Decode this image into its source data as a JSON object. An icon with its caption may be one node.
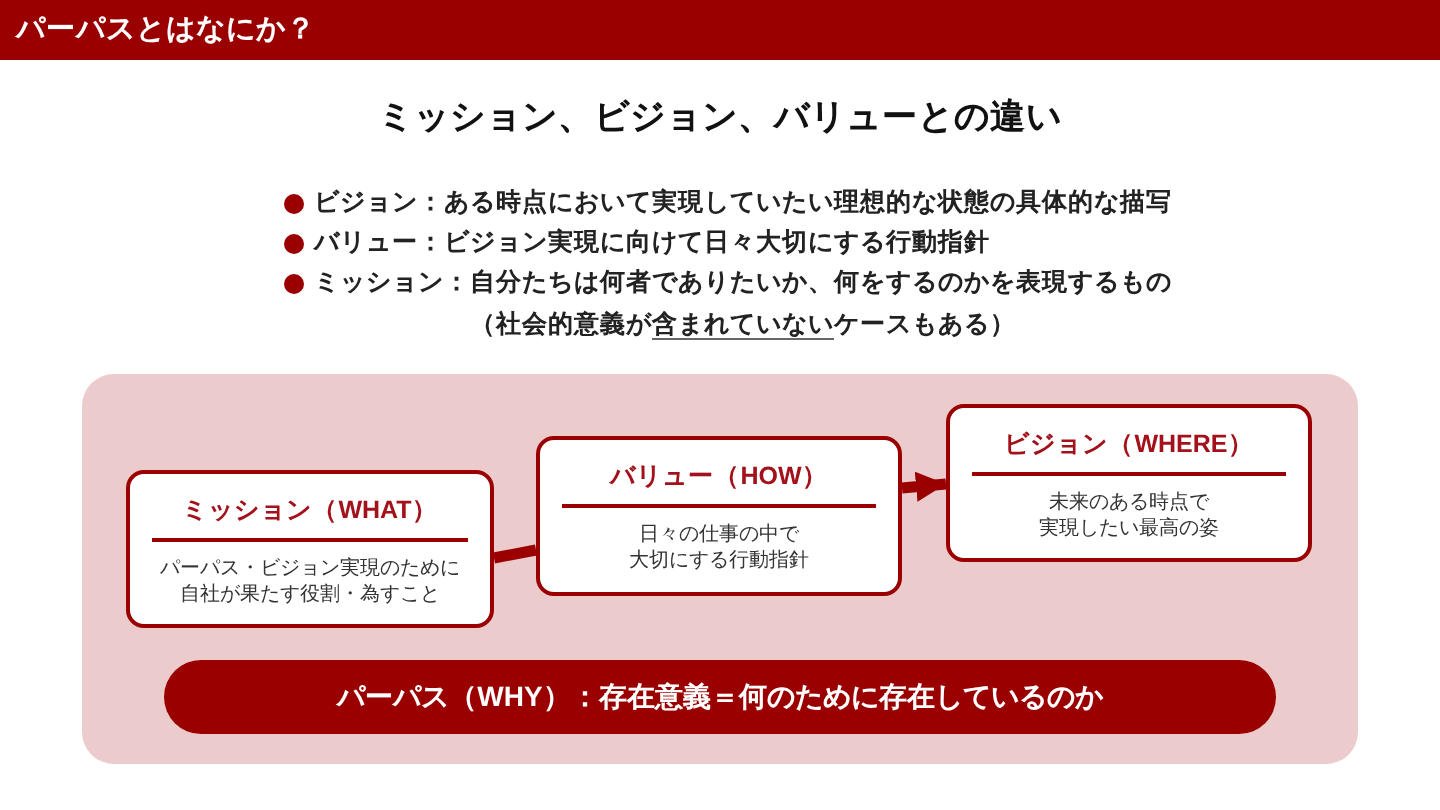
{
  "diagram": {
    "title": "ミッション、ビジョン、バリューとの違い",
    "nodes": [
      {
        "text": [],
        "shape": "box"
      },
      {
        "text": [
          "ミッション（WHAT）",
          "パーパス・ビジョン実現のために自社が果たす役割・為すこと"
        ],
        "in": 0
      },
      {
        "text": [
          "バリュー（HOW）",
          "日々の仕事の中で大切にする行動指針"
        ],
        "in": 0
      },
      {
        "text": [
          "ビジョン（WHERE）",
          "未来のある時点で実現したい最高の姿"
        ],
        "in": 0
      },
      {
        "text": [
          "パーパス（WHY）：存在意義＝何のために存在しているのか"
        ],
        "in": 0
      }
    ],
    "edges": [
      {
        "from": 1,
        "to": 2,
        "arrow": "none"
      },
      {
        "from": 2,
        "to": 3,
        "arrow": "to"
      }
    ],
    "labels": [
      "パーパスとはなにか？",
      "ビジョン：ある時点において実現していたい理想的な状態の具体的な描写",
      "バリュー：ビジョン実現に向けて日々大切にする行動指針",
      "ミッション：自分たちは何者でありたいか、何をするのかを表現するもの（社会的意義が含まれていないケースもある）"
    ]
  }
}
